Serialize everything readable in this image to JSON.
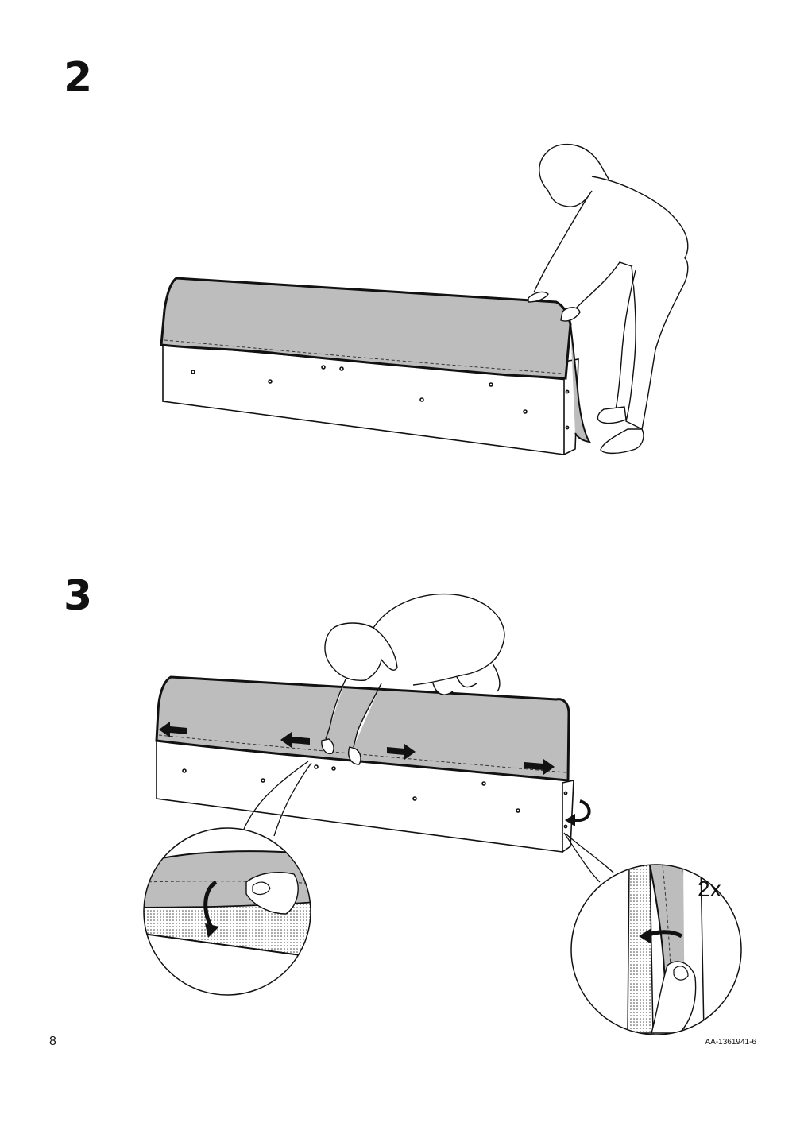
{
  "page": {
    "page_number": "8",
    "document_code": "AA-1361941-6"
  },
  "steps": [
    {
      "number": "2",
      "icons": [
        "person-icon",
        "headboard-icon",
        "fabric-cover-icon"
      ]
    },
    {
      "number": "3",
      "icons": [
        "person-icon",
        "headboard-icon",
        "arrow-left-icon",
        "arrow-right-icon",
        "rotate-arrow-icon",
        "detail-zoom-icon"
      ],
      "detail_label": "2x"
    }
  ],
  "colors": {
    "fabric": "#bdbdbd",
    "line": "#111111",
    "panel": "#ffffff"
  }
}
